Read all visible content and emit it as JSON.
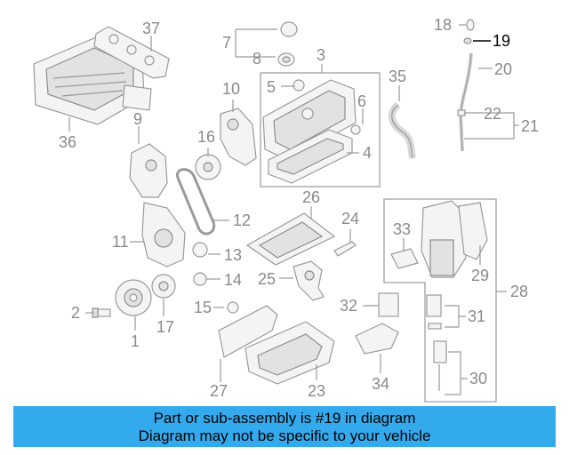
{
  "banner": {
    "line1": "Part or sub-assembly is #19 in diagram",
    "line2": "Diagram may not be specific to your vehicle",
    "color": "#34aaee"
  },
  "highlighted_callout": "19",
  "callouts": {
    "c1": "1",
    "c2": "2",
    "c3": "3",
    "c4": "4",
    "c5": "5",
    "c6": "6",
    "c7": "7",
    "c8": "8",
    "c9": "9",
    "c10": "10",
    "c11": "11",
    "c12": "12",
    "c13": "13",
    "c14": "14",
    "c15": "15",
    "c16": "16",
    "c17": "17",
    "c18": "18",
    "c19": "19",
    "c20": "20",
    "c21": "21",
    "c22": "22",
    "c23": "23",
    "c24": "24",
    "c25": "25",
    "c26": "26",
    "c27": "27",
    "c28": "28",
    "c29": "29",
    "c30": "30",
    "c31": "31",
    "c32": "32",
    "c33": "33",
    "c34": "34",
    "c35": "35",
    "c36": "36",
    "c37": "37"
  }
}
